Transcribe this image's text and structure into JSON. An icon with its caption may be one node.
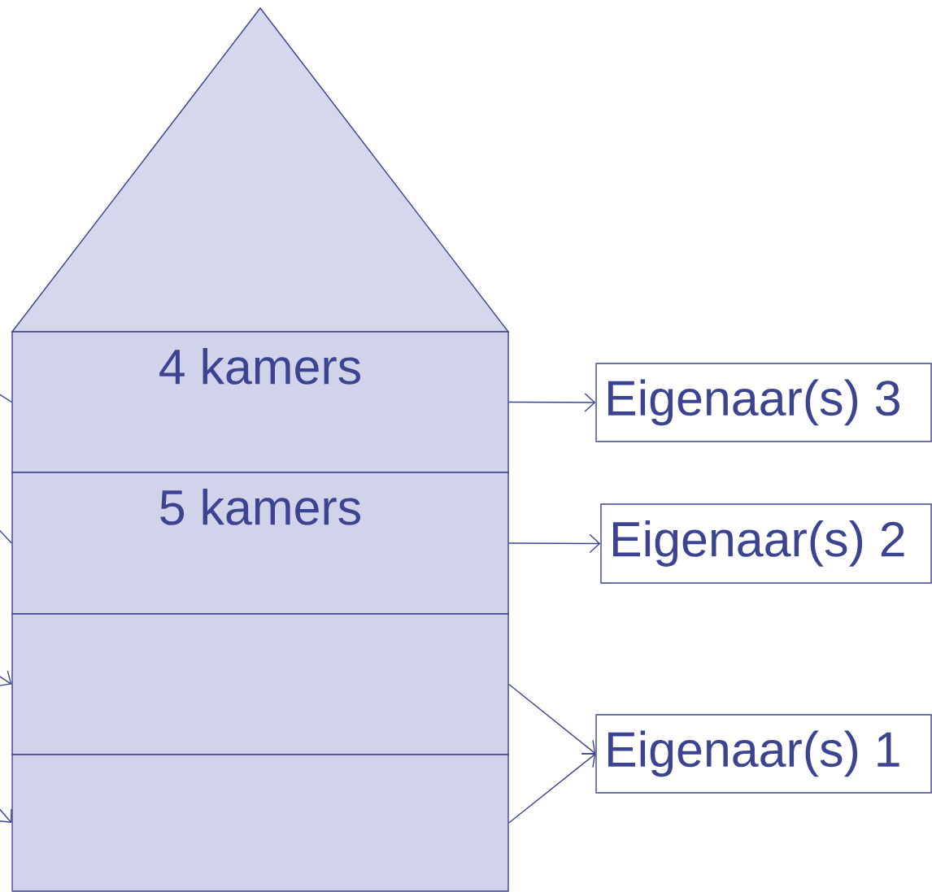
{
  "diagram": {
    "nodes": [
      {
        "text": [],
        "shape": "triangle"
      },
      {
        "text": [
          "4 kamers"
        ]
      },
      {
        "text": [
          "5 kamers"
        ]
      },
      {
        "text": [],
        "shape": "box"
      },
      {
        "text": [],
        "shape": "box"
      },
      {
        "text": [
          "Eigenaar(s) 3"
        ]
      },
      {
        "text": [
          "Eigenaar(s) 2"
        ]
      },
      {
        "text": [
          "Eigenaar(s) 1"
        ]
      }
    ],
    "edges": [
      {
        "from": 1,
        "to": 5,
        "arrow": "to"
      },
      {
        "from": 2,
        "to": 6,
        "arrow": "to"
      },
      {
        "from": 3,
        "to": 7,
        "arrow": "to"
      },
      {
        "from": 4,
        "to": 7,
        "arrow": "to"
      },
      {
        "from": null,
        "to": 1,
        "arrow": "none"
      },
      {
        "from": null,
        "to": 2,
        "arrow": "none"
      },
      {
        "from": null,
        "to": 3,
        "arrow": "to"
      },
      {
        "from": null,
        "to": 4,
        "arrow": "to"
      }
    ]
  }
}
